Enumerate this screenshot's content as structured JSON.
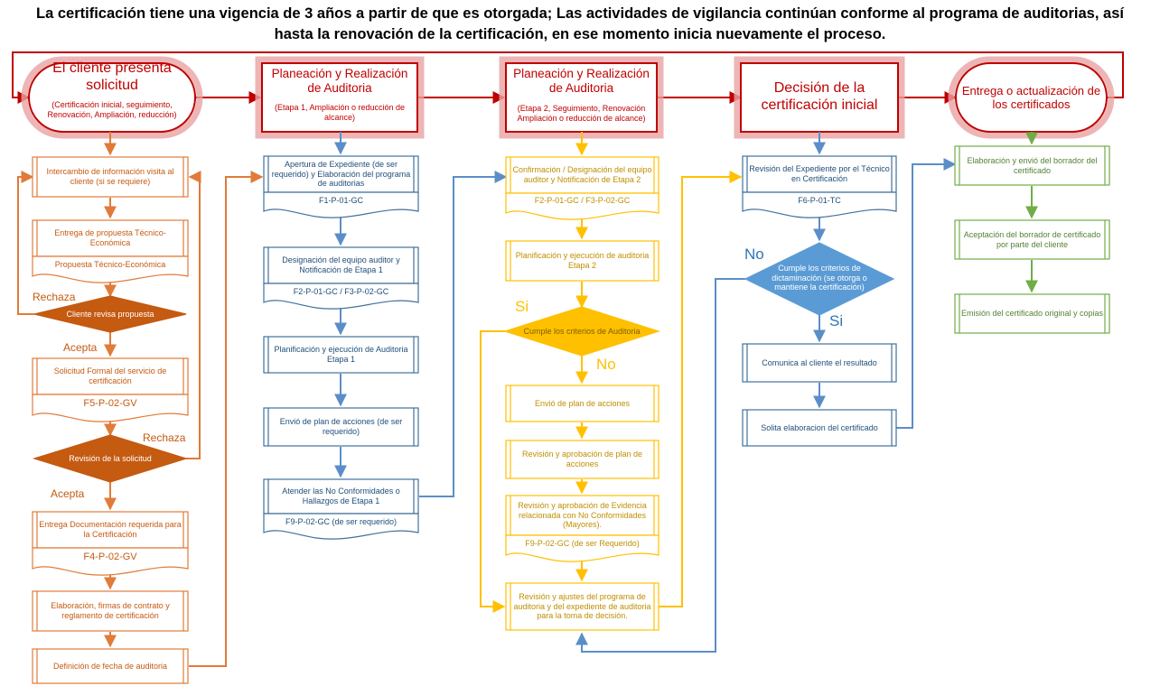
{
  "header": {
    "line1": "La certificación tiene una vigencia de 3 años a partir de que es otorgada; Las actividades de vigilancia continúan conforme al programa de auditorias, así",
    "line2": "hasta la renovación de la certificación, en ese momento inicia nuevamente el proceso."
  },
  "colors": {
    "orange": "#E07B39",
    "orange_dark": "#C55A11",
    "blue": "#5B8EC9",
    "blue_dark": "#2E75B6",
    "blue_box": "#41719C",
    "gold": "#FFC000",
    "green": "#70AD47",
    "red": "#C00000",
    "glow": "#E8A3A3"
  },
  "stages": [
    {
      "title": "El cliente presenta solicitud",
      "sub": "(Certificación inicial, seguimiento, Renovación, Ampliación, reducción)"
    },
    {
      "title": "Planeación y Realización de Auditoria",
      "sub": "(Etapa 1, Ampliación o reducción de alcance)"
    },
    {
      "title": "Planeación y Realización de Auditoria",
      "sub": "(Etapa 2, Seguimiento, Renovación Ampliación o reducción de alcance)"
    },
    {
      "title": "Decisión de la certificación inicial",
      "sub": ""
    },
    {
      "title": "Entrega o actualización de los certificados",
      "sub": ""
    }
  ],
  "col1": {
    "steps": [
      {
        "text": "Intercambio de información visita al cliente (si se requiere)",
        "doc": ""
      },
      {
        "text": "Entrega de propuesta Técnico-Económica",
        "doc": "Propuesta Técnico-Económica"
      },
      {
        "text": "Solicitud Formal del servicio de certificación",
        "doc": "F5-P-02-GV"
      },
      {
        "text": "Entrega Documentación requerida para la Certificación",
        "doc": "F4-P-02-GV"
      },
      {
        "text": "Elaboración, firmas de contrato y reglamento de certificación",
        "doc": ""
      },
      {
        "text": "Definición de fecha de auditoria",
        "doc": ""
      }
    ],
    "decisions": [
      "Cliente revisa propuesta",
      "Revisión de la solicitud"
    ],
    "labels": {
      "rechaza_1": "Rechaza",
      "acepta_1": "Acepta",
      "rechaza_2": "Rechaza",
      "acepta_2": "Acepta"
    }
  },
  "col2": {
    "steps": [
      {
        "text": "Apertura de Expediente (de ser requerido) y Elaboración del programa de auditorias",
        "doc": "F1-P-01-GC"
      },
      {
        "text": "Designación del equipo auditor y Notificación de Etapa 1",
        "doc": "F2-P-01-GC / F3-P-02-GC"
      },
      {
        "text": "Planificación y ejecución de Auditoria Etapa 1",
        "doc": ""
      },
      {
        "text": "Envió de plan de acciones (de ser requerido)",
        "doc": ""
      },
      {
        "text": "Atender las No Conformidades o Hallazgos de Etapa 1",
        "doc": "F9-P-02-GC (de ser requerido)"
      }
    ]
  },
  "col3": {
    "steps": [
      {
        "text": "Confirmación / Designación del equipo auditor y Notificación de Etapa 2",
        "doc": "F2-P-01-GC / F3-P-02-GC"
      },
      {
        "text": "Planificación y ejecución de auditoria Etapa 2",
        "doc": ""
      },
      {
        "text": "Envió de plan de acciones",
        "doc": ""
      },
      {
        "text": "Revisión y aprobación de plan de acciones",
        "doc": ""
      },
      {
        "text": "Revisión y aprobación de Evidencia relacionada con No Conformidades (Mayores).",
        "doc": "F9-P-02-GC (de ser Requerido)"
      },
      {
        "text": "Revisión y ajustes del programa de auditoria y del expediente de auditoria para la toma de decisión.",
        "doc": ""
      }
    ],
    "decision": "Cumple los criterios de Auditoria",
    "labels": {
      "si": "Si",
      "no": "No"
    }
  },
  "col4": {
    "steps": [
      {
        "text": "Revisión del Expediente por el Técnico en Certificación",
        "doc": "F6-P-01-TC"
      },
      {
        "text": "Comunica al cliente el resultado",
        "doc": ""
      },
      {
        "text": "Solita elaboracion del certificado",
        "doc": ""
      }
    ],
    "decision": "Cumple los criterios de dictaminación (se otorga o mantiene la certificación)",
    "labels": {
      "no": "No",
      "si": "Si"
    }
  },
  "col5": {
    "steps": [
      {
        "text": "Elaboración y envió del borrador del certificado",
        "doc": ""
      },
      {
        "text": "Aceptación del borrador de certificado por parte del cliente",
        "doc": ""
      },
      {
        "text": "Emisión del certificado original y copias",
        "doc": ""
      }
    ]
  }
}
